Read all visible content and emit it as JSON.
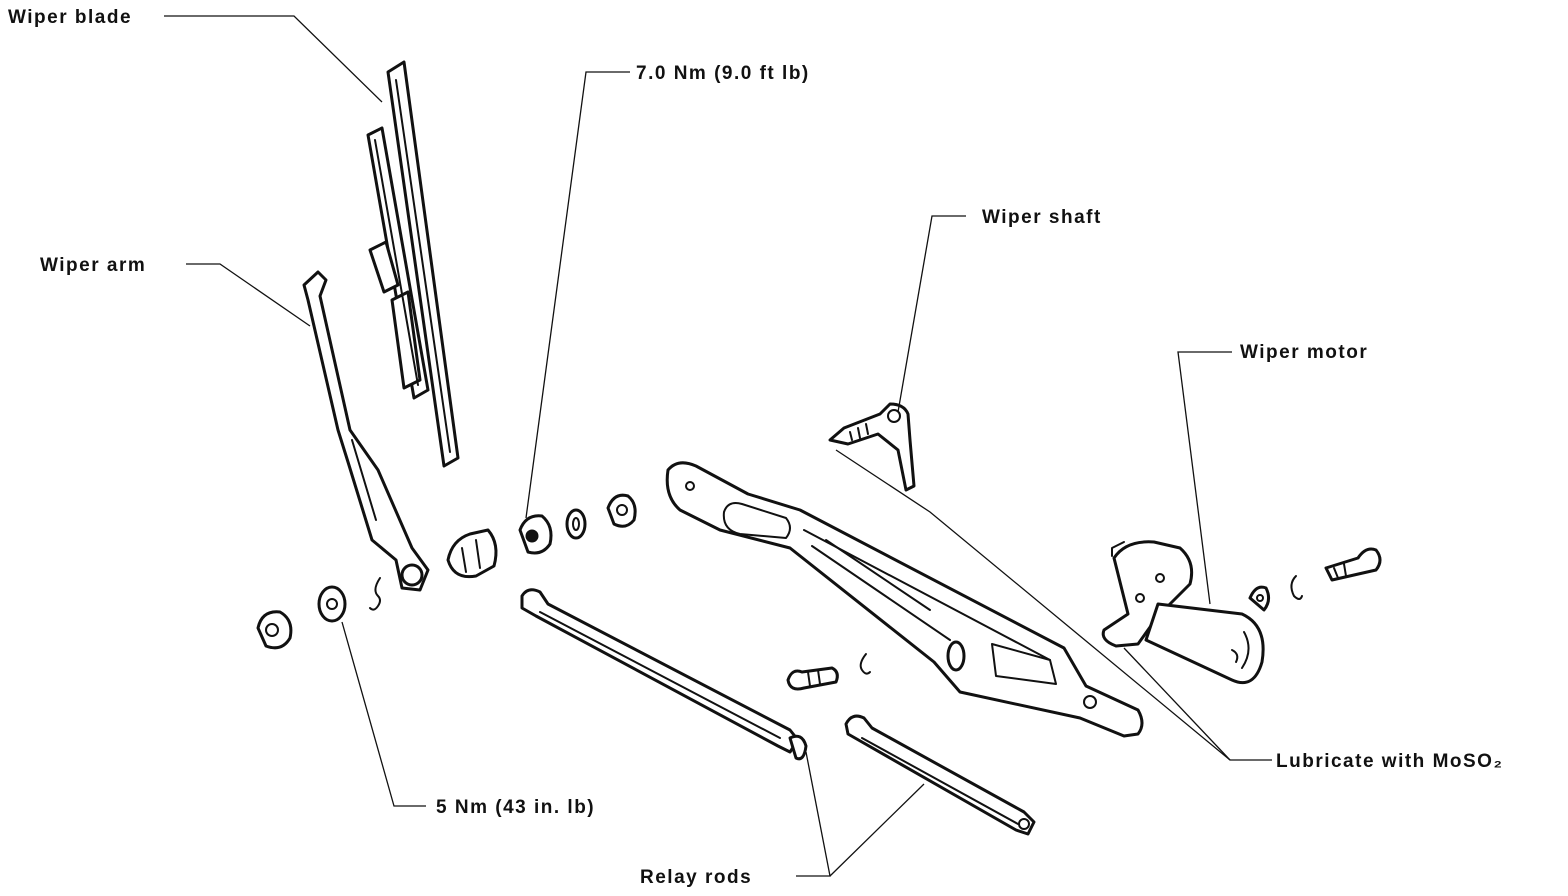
{
  "labels": {
    "wiper_blade": "Wiper blade",
    "torque_7nm": "7.0 Nm (9.0 ft lb)",
    "wiper_arm": "Wiper arm",
    "wiper_shaft": "Wiper shaft",
    "wiper_motor": "Wiper motor",
    "torque_5nm": "5 Nm (43 in. lb)",
    "lubricate": "Lubricate with MoSO₂",
    "relay_rods": "Relay rods"
  },
  "colors": {
    "ink": "#111111",
    "paper": "#ffffff"
  }
}
